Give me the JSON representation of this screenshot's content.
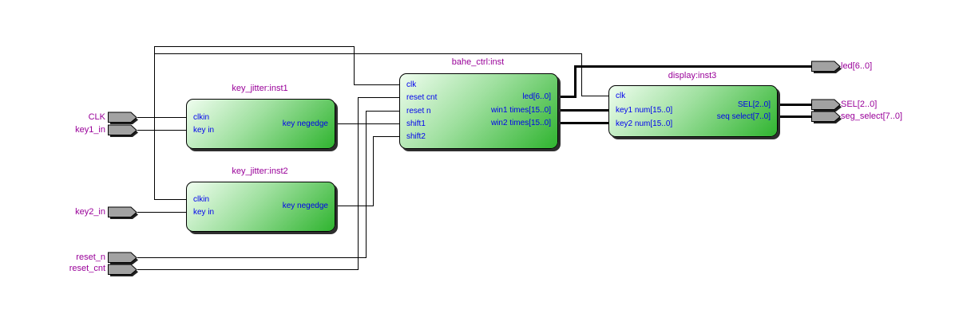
{
  "colors": {
    "background": "#ffffff",
    "wire": "#000000",
    "block_title": "#990099",
    "pin_label": "#990099",
    "port_text": "#0000ee",
    "block_fill_top": "#effdef",
    "block_fill_bottom": "#2fb42f",
    "pin_fill": "#a2a2a2"
  },
  "blocks": {
    "key_jitter_inst1": {
      "title": "key_jitter:inst1",
      "in1": "clkin",
      "in2": "key in",
      "out1": "key negedge"
    },
    "key_jitter_inst2": {
      "title": "key_jitter:inst2",
      "in1": "clkin",
      "in2": "key in",
      "out1": "key negedge"
    },
    "bahe_ctrl_inst": {
      "title": "bahe_ctrl:inst",
      "in1": "clk",
      "in2": "reset cnt",
      "in3": "reset n",
      "in4": "shift1",
      "in5": "shift2",
      "out1": "led[6..0]",
      "out2": "win1 times[15..0]",
      "out3": "win2 times[15..0]"
    },
    "display_inst3": {
      "title": "display:inst3",
      "in1": "clk",
      "in2": "key1 num[15..0]",
      "in3": "key2 num[15..0]",
      "out1": "SEL[2..0]",
      "out2": "seq select[7..0]"
    }
  },
  "input_pins": {
    "clk": "CLK",
    "key1_in": "key1_in",
    "key2_in": "key2_in",
    "reset_n": "reset_n",
    "reset_cnt": "reset_cnt"
  },
  "output_pins": {
    "led": "led[6..0]",
    "sel": "SEL[2..0]",
    "seg_select": "seg_select[7..0]"
  }
}
